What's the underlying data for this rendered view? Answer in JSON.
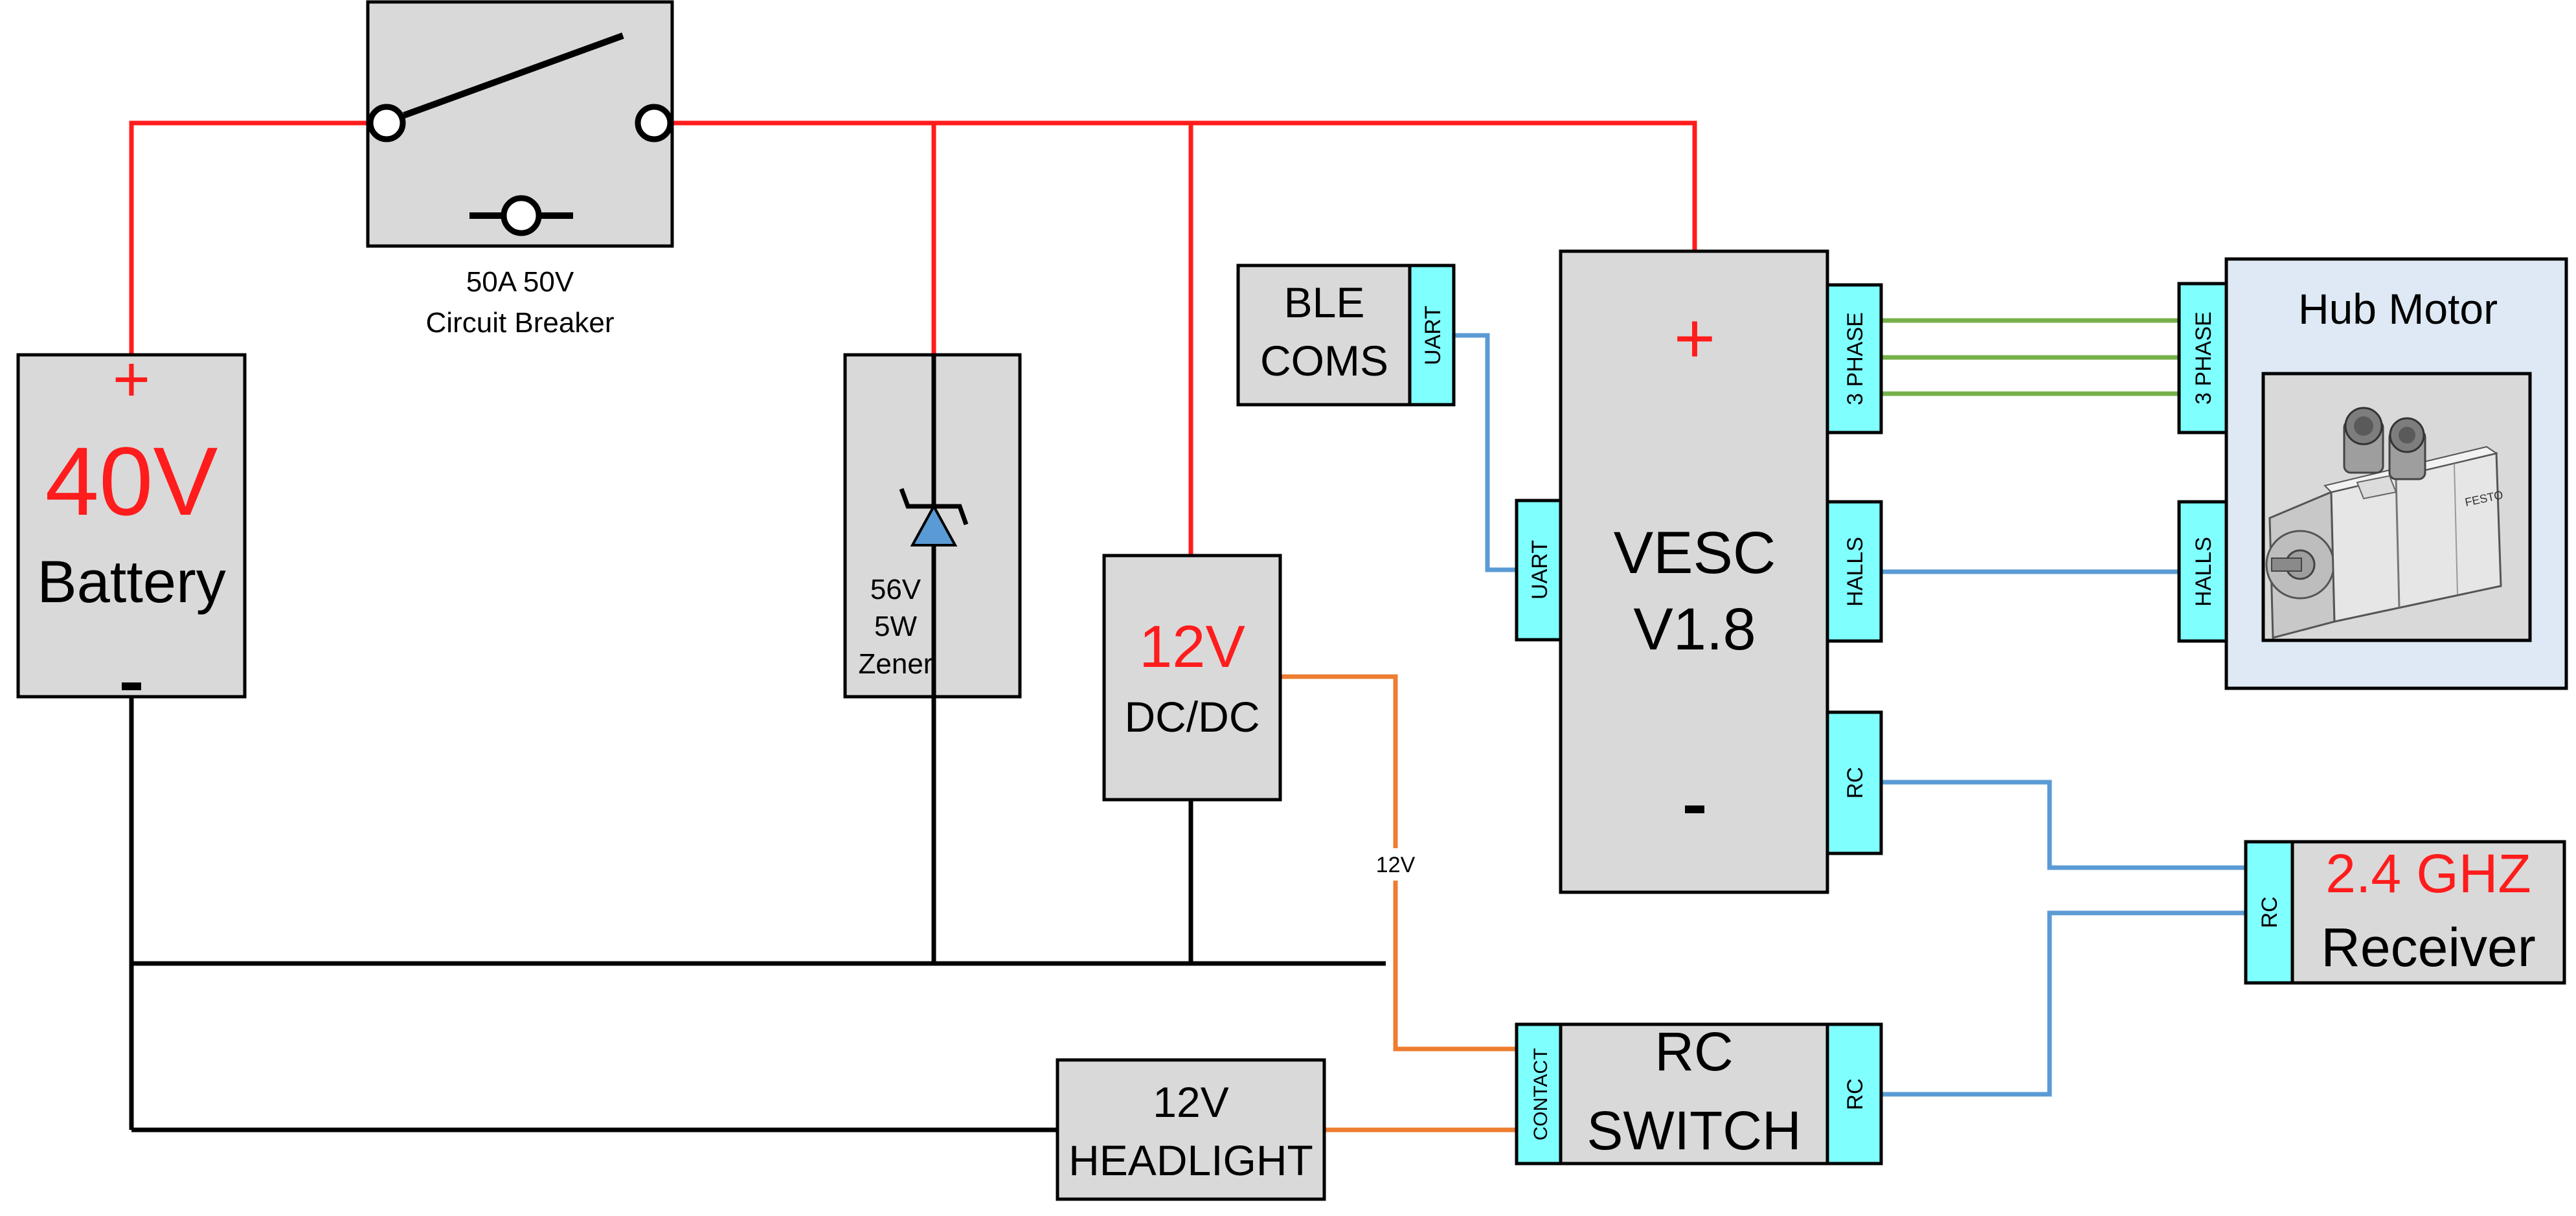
{
  "colors": {
    "power": "#ff1c1c",
    "ground": "#000000",
    "phase": "#77b04a",
    "signal": "#5b9bd5",
    "switched": "#ed7d31",
    "box_fill": "#d9d9d9",
    "port_fill": "#80ffff",
    "motor_panel": "#dee9f5",
    "accent_text": "#ff1c1c"
  },
  "breaker": {
    "line1": "50A 50V",
    "line2": "Circuit Breaker"
  },
  "battery": {
    "plus": "+",
    "voltage": "40V",
    "name": "Battery",
    "minus": "-"
  },
  "zener": {
    "line1": "56V",
    "line2": "5W",
    "line3": "Zener"
  },
  "dcdc": {
    "voltage": "12V",
    "name": "DC/DC"
  },
  "ble": {
    "line1": "BLE",
    "line2": "COMS",
    "port": "UART"
  },
  "vesc": {
    "plus": "+",
    "name": "VESC",
    "version": "V1.8",
    "minus": "-",
    "ports": {
      "uart": "UART",
      "phase": "3 PHASE",
      "halls": "HALLS",
      "rc": "RC"
    }
  },
  "motor": {
    "title": "Hub Motor",
    "ports": {
      "phase": "3 PHASE",
      "halls": "HALLS"
    },
    "image": "servo-motor-icon"
  },
  "receiver": {
    "freq": "2.4 GHZ",
    "name": "Receiver",
    "port": "RC"
  },
  "rc_switch": {
    "line1": "RC",
    "line2": "SWITCH",
    "port_in": "CONTACT",
    "port_out": "RC"
  },
  "headlight": {
    "line1": "12V",
    "line2": "HEADLIGHT"
  },
  "wire_label": "12V"
}
